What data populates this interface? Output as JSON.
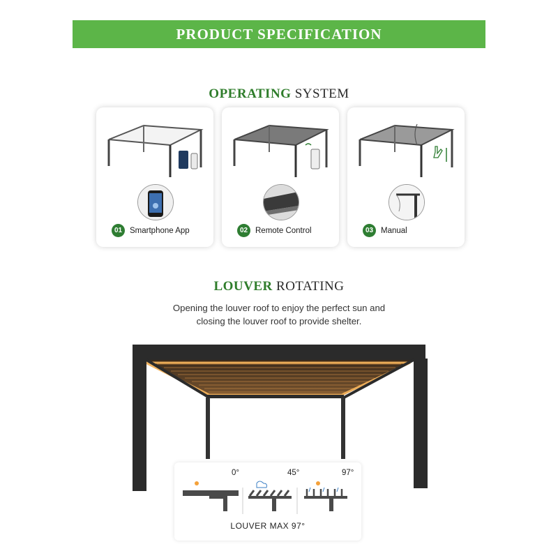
{
  "banner": {
    "title": "PRODUCT SPECIFICATION"
  },
  "operating": {
    "accent": "OPERATING",
    "rest": " SYSTEM"
  },
  "cards": [
    {
      "number": "01",
      "label": "Smartphone App"
    },
    {
      "number": "02",
      "label": "Remote Control"
    },
    {
      "number": "03",
      "label": "Manual"
    }
  ],
  "louver": {
    "accent": "LOUVER",
    "rest": " ROTATING",
    "subtitle_line1": "Opening the louver roof to enjoy the perfect sun and",
    "subtitle_line2": "closing the louver roof to provide shelter.",
    "angles": [
      "0°",
      "45°",
      "97°"
    ],
    "max_label": "LOUVER MAX 97°"
  },
  "colors": {
    "banner": "#5cb548",
    "accent_green": "#2f7d2b",
    "badge": "#2e7d32",
    "frame": "#2b2b2b",
    "led": "#f2b15a"
  }
}
